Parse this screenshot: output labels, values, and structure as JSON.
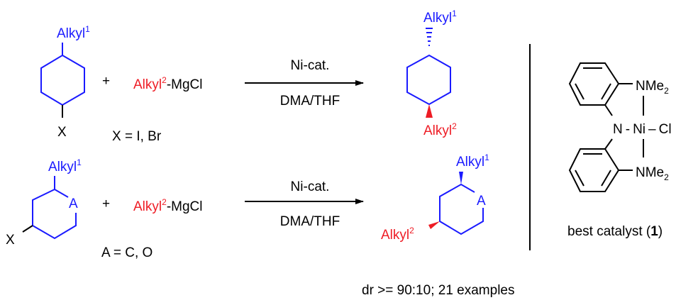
{
  "colors": {
    "blue": "#1a1aff",
    "red": "#ee1c25",
    "black": "#000000"
  },
  "reaction1": {
    "reactant": {
      "substituent": "Alkyl",
      "substituent_sup": "1",
      "leaving_group": "X"
    },
    "plus": "+",
    "reagent": {
      "alkyl": "Alkyl",
      "alkyl_sup": "2",
      "suffix": "-MgCl"
    },
    "condition_note": "X = I, Br",
    "arrow": {
      "above": "Ni-cat.",
      "below": "DMA/THF"
    },
    "product": {
      "top": "Alkyl",
      "top_sup": "1",
      "bottom": "Alkyl",
      "bottom_sup": "2"
    }
  },
  "reaction2": {
    "reactant": {
      "substituent": "Alkyl",
      "substituent_sup": "1",
      "ring_atom": "A",
      "leaving_group": "X"
    },
    "plus": "+",
    "reagent": {
      "alkyl": "Alkyl",
      "alkyl_sup": "2",
      "suffix": "-MgCl"
    },
    "condition_note": "A = C, O",
    "arrow": {
      "above": "Ni-cat.",
      "below": "DMA/THF"
    },
    "product": {
      "top": "Alkyl",
      "top_sup": "1",
      "ring_atom": "A",
      "side": "Alkyl",
      "side_sup": "2"
    }
  },
  "catalyst": {
    "nme2_top": "NMe",
    "nme2_top_sub": "2",
    "n": "N",
    "dash1": "-",
    "ni": "Ni",
    "dash2": "–",
    "cl": "Cl",
    "nme2_bottom": "NMe",
    "nme2_bottom_sub": "2",
    "caption": "best catalyst (",
    "caption_num": "1",
    "caption_end": ")"
  },
  "footer": "dr >= 90:10; 21 examples"
}
